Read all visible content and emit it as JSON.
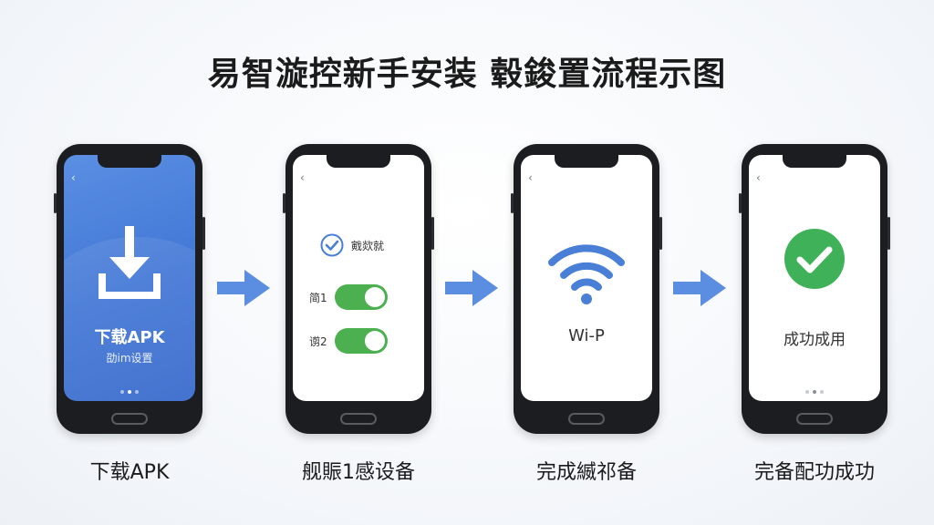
{
  "title": "易智漩控新手安装 毂鋑置流程示图",
  "colors": {
    "accent_blue": "#4a7fd8",
    "arrow_blue": "#5b8ee0",
    "toggle_green": "#4caf50",
    "check_green": "#3fb158",
    "phone_body": "#1c1d20"
  },
  "steps": [
    {
      "caption": "下载APK",
      "screen": {
        "icon": "download-icon",
        "title": "下载APK",
        "subtitle": "劭im设置"
      }
    },
    {
      "caption": "舰賑1感设备",
      "screen": {
        "check_icon": "checkmark-circle-icon",
        "check_text": "戭欻就",
        "toggles": [
          {
            "label": "简1",
            "on": true
          },
          {
            "label": "谫2",
            "on": true
          }
        ]
      }
    },
    {
      "caption": "完成縅祁备",
      "screen": {
        "icon": "wifi-icon",
        "label": "Wi-P"
      }
    },
    {
      "caption": "完备配功成功",
      "screen": {
        "icon": "success-check-icon",
        "label": "成功成用"
      }
    }
  ],
  "arrows": [
    "arrow-right-icon",
    "arrow-right-icon",
    "arrow-right-icon"
  ]
}
